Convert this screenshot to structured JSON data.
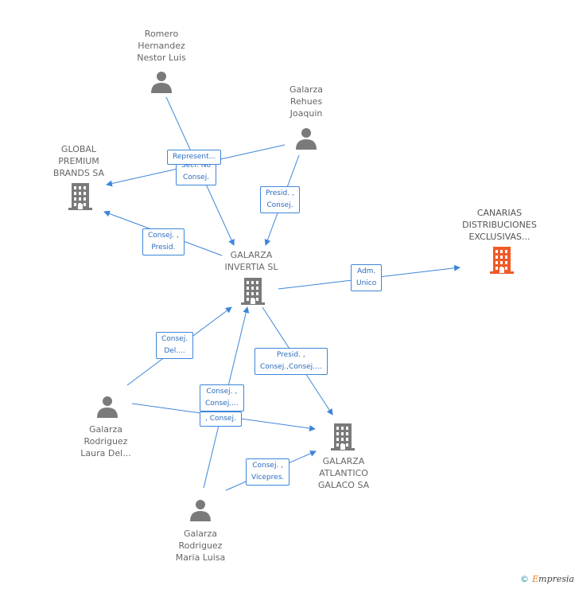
{
  "colors": {
    "edge": "#3d86d9",
    "node": "#7a7a7a",
    "highlight": "#f05a28"
  },
  "nodes": [
    {
      "id": "romero",
      "type": "person",
      "label": "Romero\nHernandez\nNestor Luis"
    },
    {
      "id": "rehues",
      "type": "person",
      "label": "Galarza\nRehues\nJoaquin"
    },
    {
      "id": "global",
      "type": "company",
      "label": "GLOBAL\nPREMIUM\nBRANDS SA"
    },
    {
      "id": "canarias",
      "type": "company",
      "label": "CANARIAS\nDISTRIBUCIONES\nEXCLUSIVAS...",
      "highlight": true
    },
    {
      "id": "invertia",
      "type": "company",
      "label": "GALARZA\nINVERTIA SL"
    },
    {
      "id": "laura",
      "type": "person",
      "label": "Galarza\nRodriguez\nLaura Del..."
    },
    {
      "id": "atlantico",
      "type": "company",
      "label": "GALARZA\nATLANTICO\nGALACO SA"
    },
    {
      "id": "luisa",
      "type": "person",
      "label": "Galarza\nRodriguez\nMaria Luisa"
    }
  ],
  "edges": [
    {
      "from": "romero",
      "to": "invertia",
      "label": "Secr. No\nConsej."
    },
    {
      "from": "rehues",
      "to": "global",
      "label": "Represent..."
    },
    {
      "from": "rehues",
      "to": "invertia",
      "label": "Presid. ,\nConsej."
    },
    {
      "from": "invertia",
      "to": "global",
      "label": "Consej. ,\nPresid."
    },
    {
      "from": "invertia",
      "to": "canarias",
      "label": "Adm.\nUnico"
    },
    {
      "from": "laura",
      "to": "invertia",
      "label": "Consej.\nDel...."
    },
    {
      "from": "invertia",
      "to": "atlantico",
      "label": "Presid. ,\nConsej.,Consej...."
    },
    {
      "from": "luisa",
      "to": "invertia",
      "label": "Consej. ,\nConsej...."
    },
    {
      "from": "laura",
      "to": "atlantico",
      "label": ", Consej."
    },
    {
      "from": "luisa",
      "to": "atlantico",
      "label": "Consej. ,\nVicepres."
    }
  ],
  "footer": {
    "copyright": "©",
    "brand_first": "E",
    "brand_rest": "mpresia"
  }
}
